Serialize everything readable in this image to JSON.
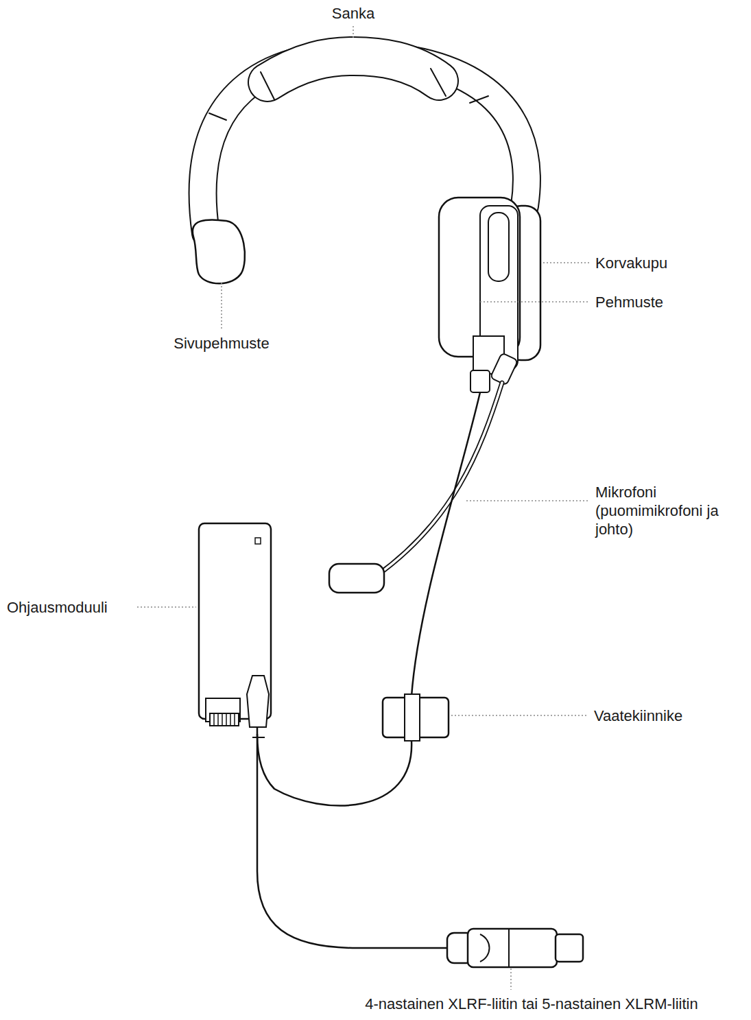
{
  "diagram": {
    "labels": [
      "Sanka",
      "Korvakupu",
      "Pehmuste",
      "Sivupehmuste",
      "Mikrofoni (puomimikrofoni ja johto)",
      "Ohjausmoduuli",
      "Vaatekiinnike",
      "4-nastainen XLRF-liitin tai 5-nastainen XLRM-liitin"
    ]
  }
}
